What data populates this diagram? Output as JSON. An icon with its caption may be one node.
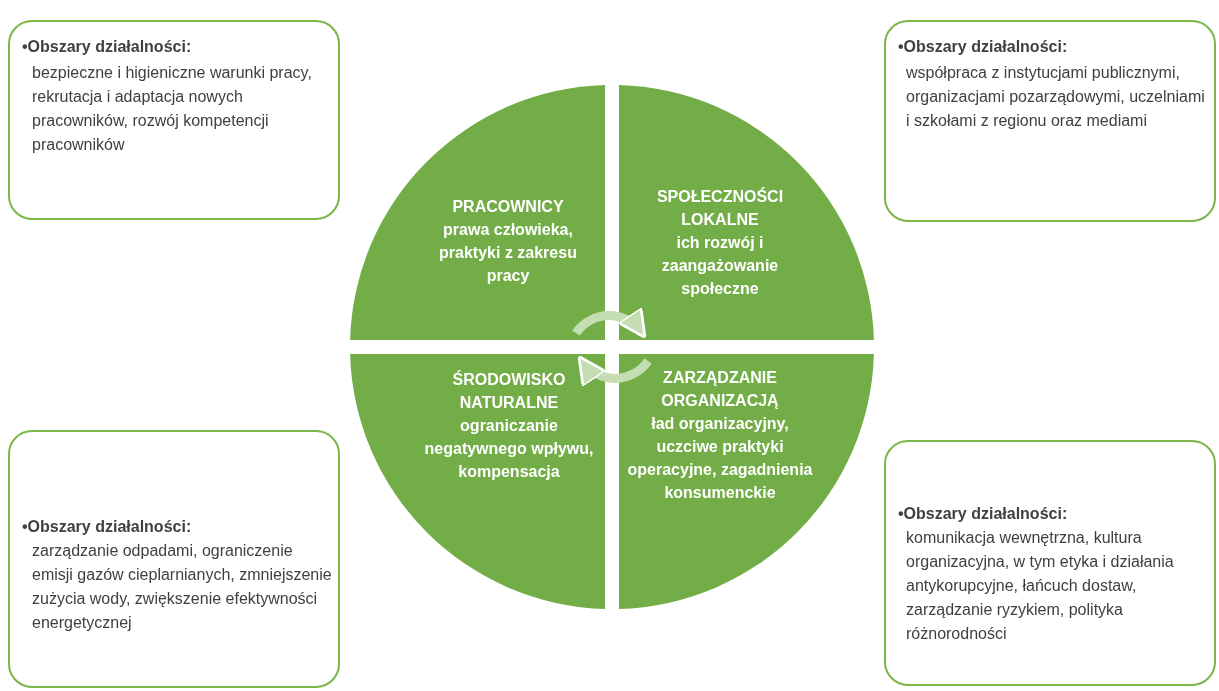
{
  "diagram": {
    "nodes": [
      {
        "text": [
          "•Obszary działalności:",
          "bezpieczne i higieniczne warunki pracy, rekrutacja i adaptacja nowych pracowników, rozwój kompetencji pracowników"
        ]
      },
      {
        "text": [
          "•Obszary działalności:",
          "współpraca z instytucjami publicznymi, organizacjami pozarządowymi, uczelniami i szkołami z regionu oraz mediami"
        ]
      },
      {
        "text": [
          "PRACOWNICY",
          "prawa człowieka, praktyki z zakresu pracy"
        ]
      },
      {
        "text": [
          "SPOŁECZNOŚCI LOKALNE",
          "ich rozwój i zaangażowanie społeczne"
        ]
      },
      {
        "text": [
          "ŚRODOWISKO NATURALNE",
          "ograniczanie negatywnego wpływu, kompensacja"
        ]
      },
      {
        "text": [
          "ZARZĄDZANIE ORGANIZACJĄ",
          "ład organizacyjny, uczciwe praktyki operacyjne, zagadnienia konsumenckie"
        ]
      },
      {
        "text": [
          "•Obszary działalności:",
          "zarządzanie odpadami, ograniczenie emisji gazów cieplarnianych, zmniejszenie zużycia wody, zwiększenie efektywności energetycznej"
        ]
      },
      {
        "text": [
          "•Obszary działalności:",
          "komunikacja wewnętrzna, kultura organizacyjna, w tym etyka i działania antykorupcyjne, łańcuch dostaw, zarządzanie ryzykiem, polityka różnorodności"
        ]
      }
    ],
    "edges": [
      {
        "from": 2,
        "to": 3,
        "arrow": "to"
      },
      {
        "from": 5,
        "to": 4,
        "arrow": "to"
      }
    ]
  }
}
